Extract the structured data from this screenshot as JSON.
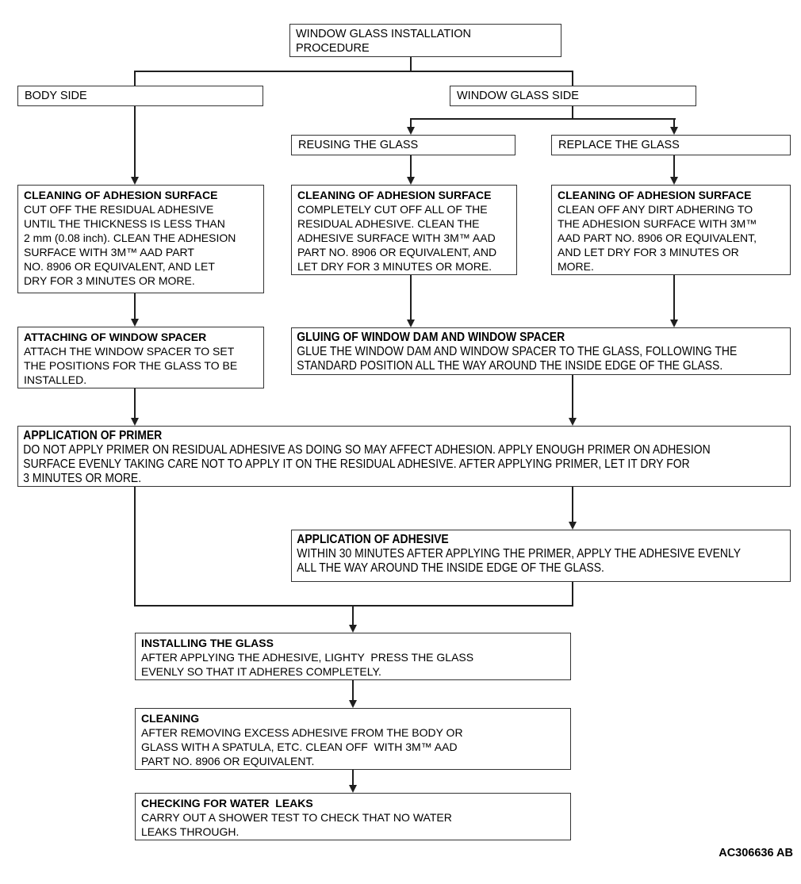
{
  "nodes": {
    "title": {
      "label": "WINDOW GLASS INSTALLATION\nPROCEDURE"
    },
    "body_side": {
      "label": "BODY SIDE"
    },
    "window_glass_side": {
      "label": "WINDOW GLASS SIDE"
    },
    "reusing": {
      "label": "REUSING THE GLASS"
    },
    "replace": {
      "label": "REPLACE  THE GLASS"
    },
    "clean_body": {
      "title": "CLEANING OF ADHESION SURFACE",
      "body": "CUT OFF THE RESIDUAL ADHESIVE\nUNTIL THE THICKNESS IS LESS THAN\n2 mm (0.08 inch). CLEAN THE ADHESION\nSURFACE WITH 3M™ AAD PART\nNO. 8906 OR EQUIVALENT, AND LET\nDRY FOR 3 MINUTES OR MORE."
    },
    "clean_reuse": {
      "title": "CLEANING OF ADHESION SURFACE",
      "body": "COMPLETELY CUT OFF ALL OF THE\nRESIDUAL ADHESIVE. CLEAN THE\nADHESIVE SURFACE WITH 3M™ AAD\nPART NO. 8906 OR EQUIVALENT, AND\nLET DRY FOR 3 MINUTES OR MORE."
    },
    "clean_replace": {
      "title": "CLEANING OF ADHESION SURFACE",
      "body": "CLEAN OFF ANY DIRT ADHERING TO\nTHE ADHESION SURFACE WITH 3M™\nAAD PART NO. 8906 OR EQUIVALENT,\nAND LET DRY FOR 3 MINUTES OR\nMORE."
    },
    "attaching": {
      "title": "ATTACHING OF WINDOW SPACER",
      "body": "ATTACH THE WINDOW SPACER TO SET\nTHE POSITIONS FOR THE GLASS TO BE\nINSTALLED."
    },
    "gluing": {
      "title": "GLUING OF WINDOW DAM AND WINDOW SPACER",
      "body": "GLUE THE WINDOW DAM AND WINDOW SPACER TO THE GLASS, FOLLOWING THE\nSTANDARD POSITION ALL THE WAY AROUND THE INSIDE EDGE OF THE GLASS."
    },
    "primer": {
      "title": "APPLICATION OF PRIMER",
      "body": "DO NOT APPLY PRIMER ON RESIDUAL ADHESIVE AS DOING SO MAY AFFECT ADHESION. APPLY ENOUGH PRIMER ON ADHESION\nSURFACE EVENLY TAKING CARE NOT TO APPLY IT ON THE RESIDUAL ADHESIVE. AFTER APPLYING PRIMER, LET IT DRY FOR\n3 MINUTES OR MORE."
    },
    "adhesive": {
      "title": "APPLICATION OF ADHESIVE",
      "body": "WITHIN 30 MINUTES AFTER APPLYING THE PRIMER, APPLY THE ADHESIVE EVENLY\nALL THE WAY AROUND THE INSIDE EDGE OF THE GLASS."
    },
    "installing": {
      "title": "INSTALLING THE GLASS",
      "body": "AFTER APPLYING THE ADHESIVE, LIGHTY  PRESS THE GLASS\nEVENLY SO THAT IT ADHERES COMPLETELY."
    },
    "cleaning": {
      "title": "CLEANING",
      "body": "AFTER REMOVING EXCESS ADHESIVE FROM THE BODY OR\nGLASS WITH A SPATULA, ETC. CLEAN OFF  WITH 3M™ AAD\nPART NO. 8906 OR EQUIVALENT."
    },
    "checking": {
      "title": "CHECKING FOR WATER  LEAKS",
      "body": "CARRY OUT A SHOWER TEST TO CHECK THAT NO WATER\nLEAKS THROUGH."
    }
  },
  "page": {
    "figure_code": "AC306636 AB"
  }
}
